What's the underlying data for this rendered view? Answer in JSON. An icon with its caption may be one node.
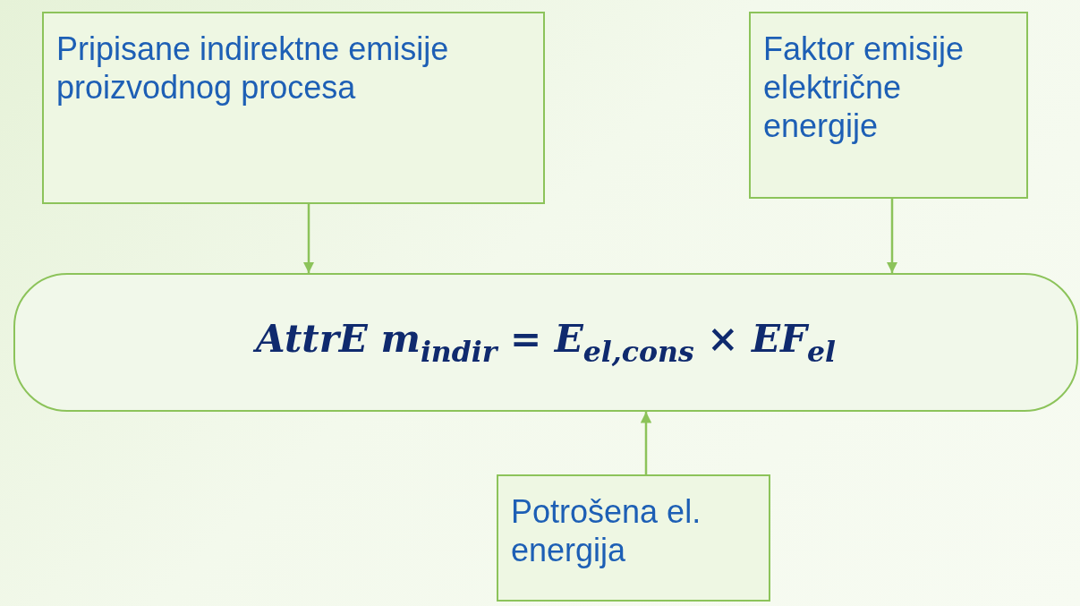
{
  "diagram": {
    "nodes": [
      {
        "text": [
          "Pripisane indirektne emisije proizvodnog procesa"
        ]
      },
      {
        "text": [
          "Faktor emisije električne energije"
        ]
      },
      {
        "text": [
          "AttrE m$_{indir}$ = E$_{el,cons}$ × EF$_{el}$"
        ]
      },
      {
        "text": [
          "Potrošena el. energija"
        ]
      }
    ],
    "edges": [
      {
        "from": 0,
        "to": 2,
        "arrow": "to"
      },
      {
        "from": 1,
        "to": 2,
        "arrow": "to"
      },
      {
        "from": 3,
        "to": 2,
        "arrow": "to"
      }
    ]
  }
}
